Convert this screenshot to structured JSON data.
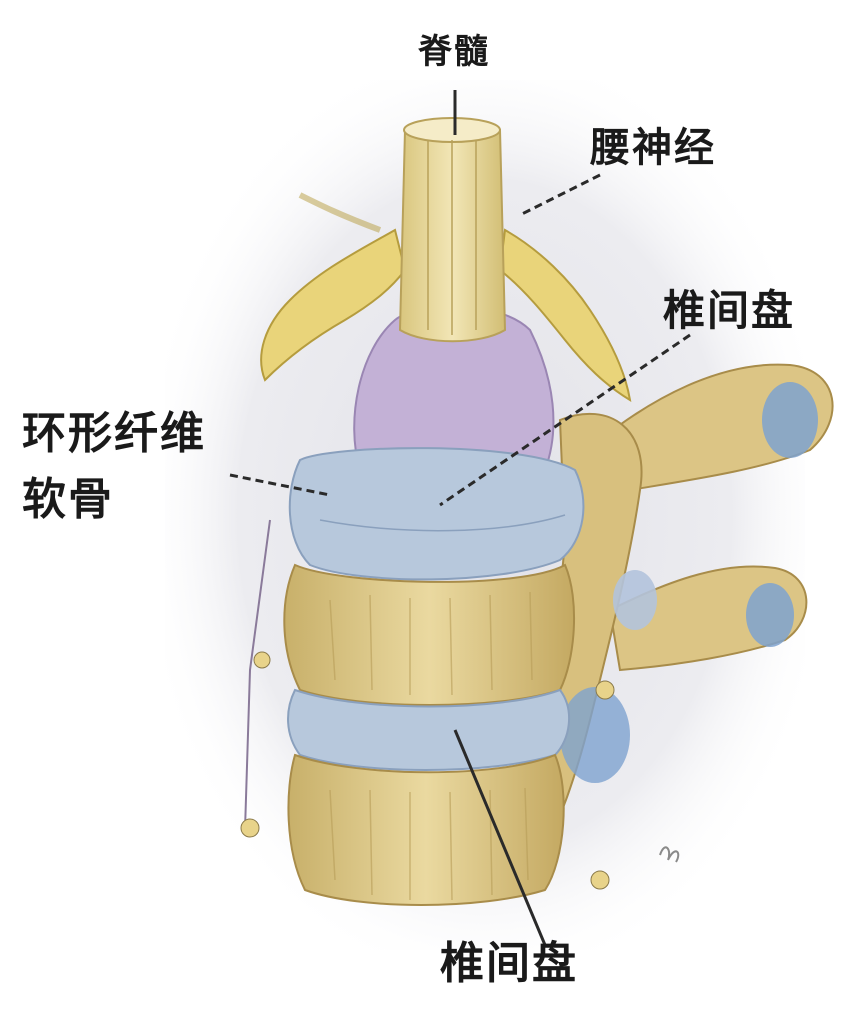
{
  "labels": {
    "spinal_cord": "脊髓",
    "nerve_root": "腰神经",
    "disc_upper": "椎间盘",
    "annulus_line1": "环形纤维",
    "annulus_line2": "软骨",
    "disc_lower": "椎间盘"
  },
  "colors": {
    "bone": "#e2cf93",
    "bone_shadow": "#b89d58",
    "cartilage": "#b7c8dc",
    "ligament": "#c3b1d6",
    "nerve": "#e9d47a",
    "blue_joint": "#7ea2cf",
    "background_glow": "#e9e9ee"
  }
}
